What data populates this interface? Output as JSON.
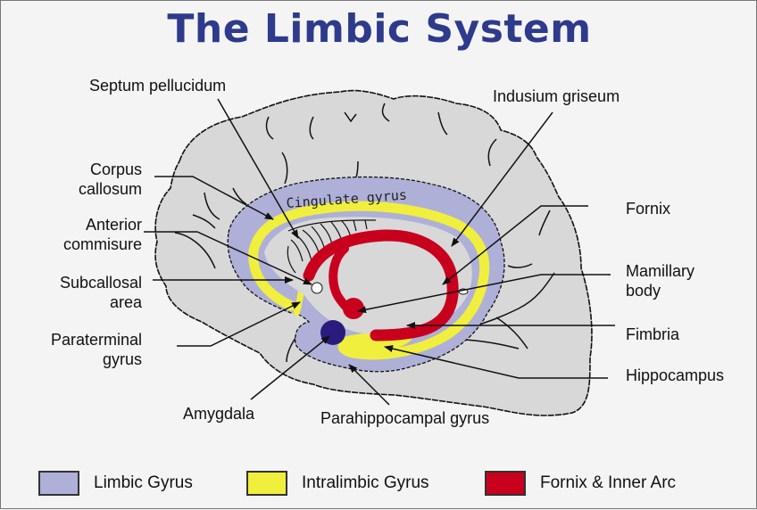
{
  "title": "The Limbic System",
  "colors": {
    "title": "#2e3a8c",
    "brain": "#d8d8d8",
    "limbic_gyrus": "#aeb0d8",
    "intralimbic_gyrus": "#f1ef3e",
    "fornix": "#c8001e",
    "amygdala": "#2a1c7e",
    "outline": "#111111"
  },
  "inner_text": "Cingulate gyrus",
  "labels": {
    "septum_pellucidum": "Septum pellucidum",
    "indusium_griseum": "Indusium griseum",
    "corpus_callosum": [
      "Corpus",
      "callosum"
    ],
    "anterior_commisure": [
      "Anterior",
      "commisure"
    ],
    "subcallosal_area": [
      "Subcallosal",
      "area"
    ],
    "paraterminal_gyrus": [
      "Paraterminal",
      "gyrus"
    ],
    "fornix": "Fornix",
    "mamillary_body": [
      "Mamillary",
      "body"
    ],
    "fimbria": "Fimbria",
    "hippocampus": "Hippocampus",
    "amygdala": "Amygdala",
    "parahippocampal_gyrus": "Parahippocampal gyrus"
  },
  "legend": [
    {
      "label": "Limbic Gyrus",
      "color": "#aeb0d8"
    },
    {
      "label": "Intralimbic Gyrus",
      "color": "#f1ef3e"
    },
    {
      "label": "Fornix & Inner Arc",
      "color": "#c8001e"
    }
  ]
}
